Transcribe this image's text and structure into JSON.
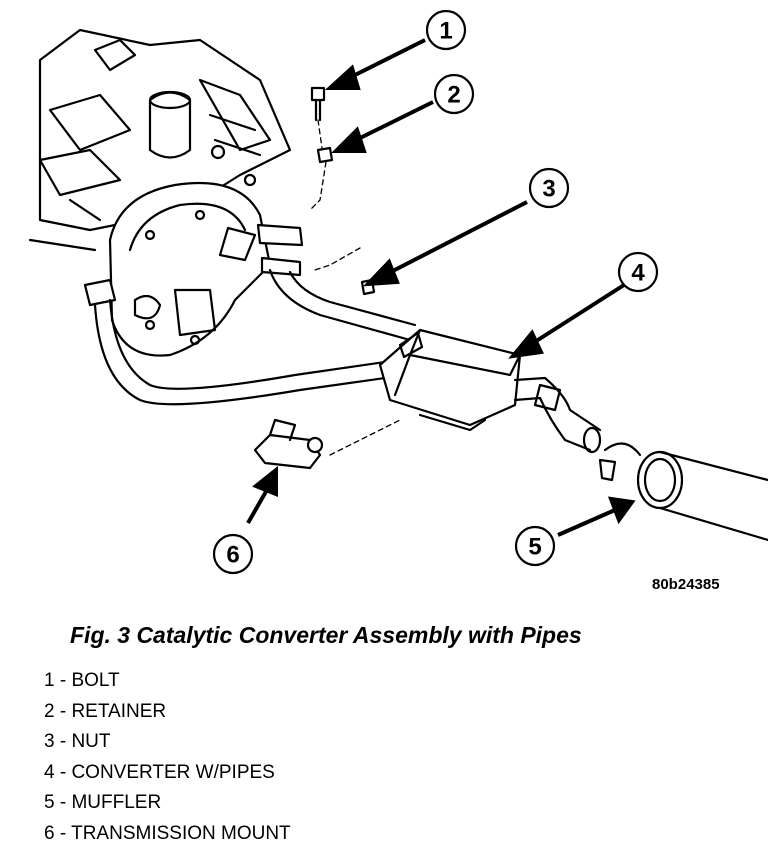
{
  "figure": {
    "reference_code": "80b24385",
    "caption": "Fig. 3 Catalytic Converter Assembly with Pipes",
    "callouts": [
      "1",
      "2",
      "3",
      "4",
      "5",
      "6"
    ]
  },
  "legend": [
    {
      "text": "1 - BOLT"
    },
    {
      "text": "2 - RETAINER"
    },
    {
      "text": "3 - NUT"
    },
    {
      "text": "4 - CONVERTER W/PIPES"
    },
    {
      "text": "5 - MUFFLER"
    },
    {
      "text": "6 - TRANSMISSION MOUNT"
    }
  ]
}
